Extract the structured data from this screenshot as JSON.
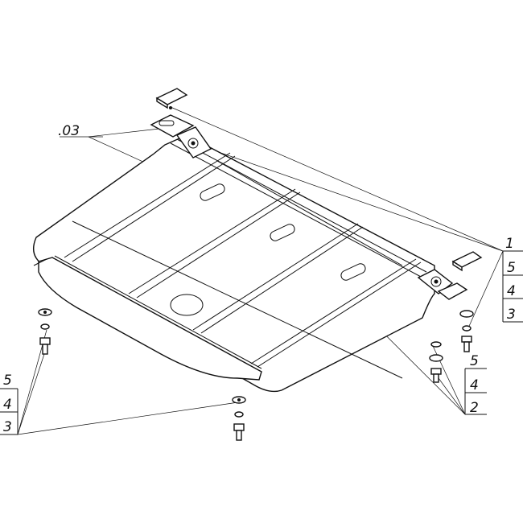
{
  "labels": {
    "part_03": ".03",
    "callout_top_right": [
      "1",
      "5",
      "4",
      "3"
    ],
    "callout_mid_right": [
      "5",
      "4",
      "2"
    ],
    "callout_left": [
      "5",
      "4",
      "3"
    ]
  },
  "colors": {
    "line": "#111111",
    "background": "#ffffff"
  }
}
